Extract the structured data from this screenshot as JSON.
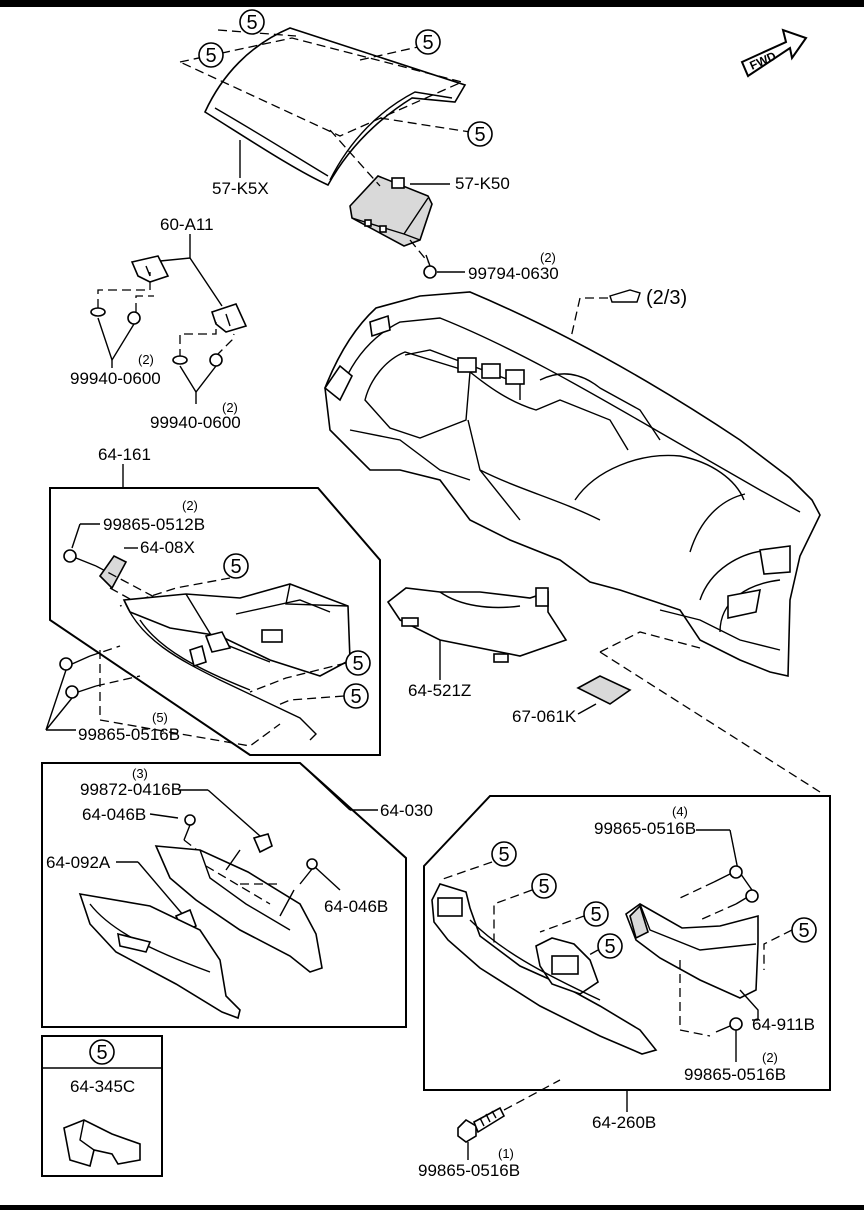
{
  "fwd_label": "FWD",
  "page_ref": "(2/3)",
  "parts": {
    "p57K5X": "57-K5X",
    "p57K50": "57-K50",
    "p99794": "99794-0630",
    "q99794": "(2)",
    "p60A11": "60-A11",
    "p99940a": "99940-0600",
    "q99940a": "(2)",
    "p99940b": "99940-0600",
    "q99940b": "(2)",
    "p64161": "64-161",
    "p99865_512": "99865-0512B",
    "q99865_512": "(2)",
    "p6408X": "64-08X",
    "p99865_516a": "99865-0516B",
    "q99865_516a": "(5)",
    "p64521Z": "64-521Z",
    "p67061K": "67-061K",
    "p99872": "99872-0416B",
    "q99872": "(3)",
    "p64046Ba": "64-046B",
    "p64046Bb": "64-046B",
    "p64092A": "64-092A",
    "p64030": "64-030",
    "p99865_516b": "99865-0516B",
    "q99865_516b": "(4)",
    "p64911B": "64-911B",
    "p99865_516c": "99865-0516B",
    "q99865_516c": "(2)",
    "p64345C": "64-345C",
    "p64260B": "64-260B",
    "p99865_516d": "99865-0516B",
    "q99865_516d": "(1)"
  },
  "ref_number": "5"
}
